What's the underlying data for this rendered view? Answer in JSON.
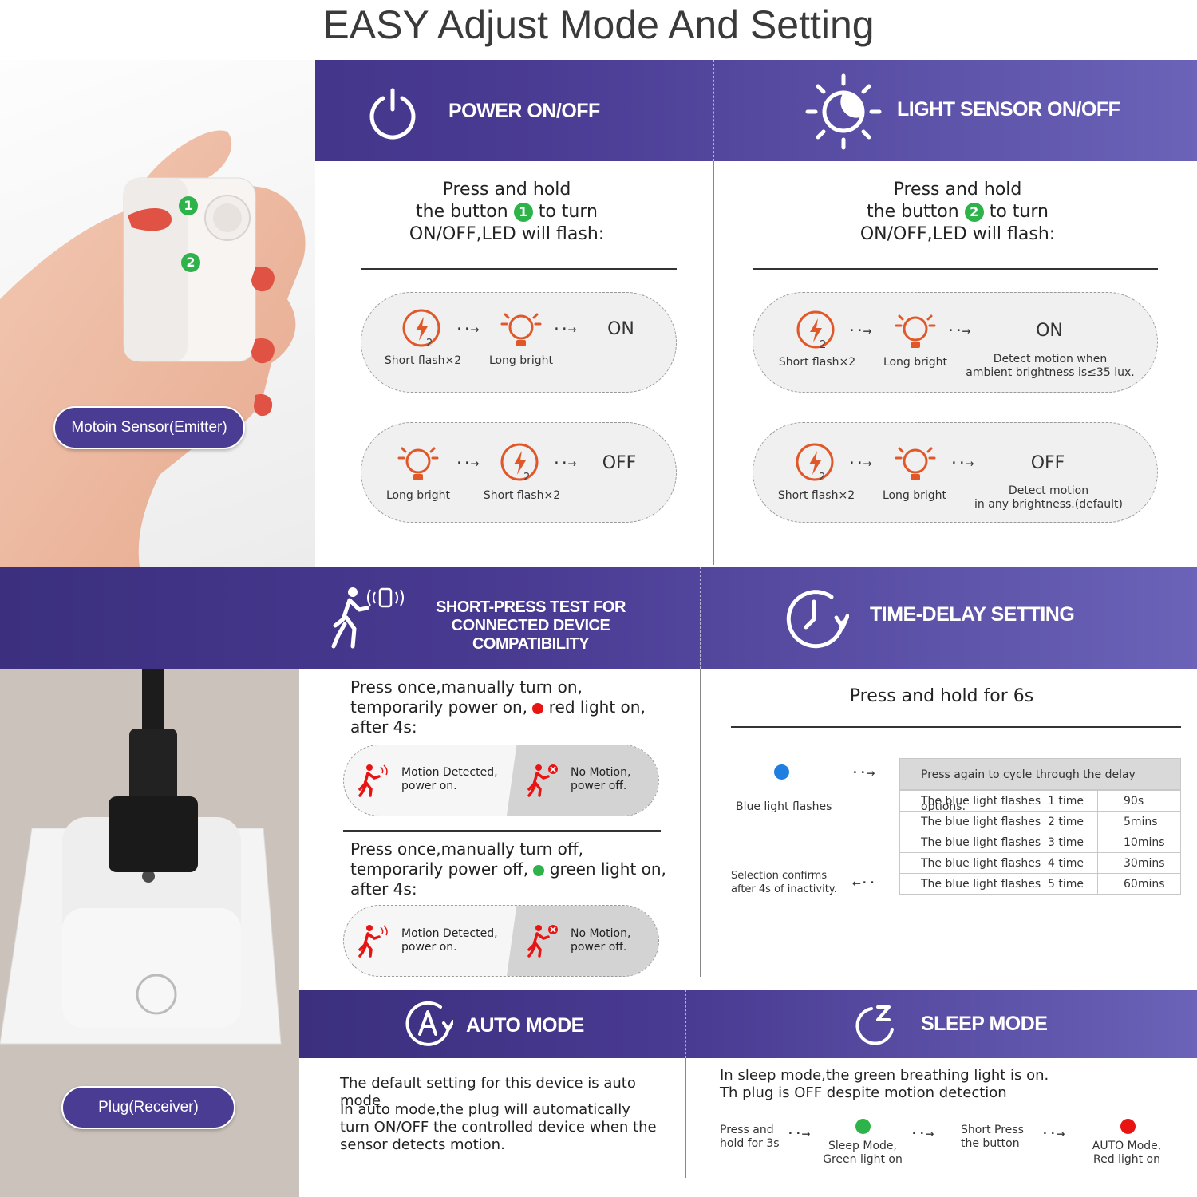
{
  "title": "EASY Adjust Mode And Setting",
  "power": {
    "header": "POWER ON/OFF",
    "instr_1": "Press and hold",
    "instr_2a": "the button",
    "instr_badge": "1",
    "instr_2b": "to turn",
    "instr_3": "ON/OFF,LED will flash:",
    "on_seq": {
      "step1": "Short flash×2",
      "step2": "Long bright",
      "state": "ON"
    },
    "off_seq": {
      "step1": "Long bright",
      "step2": "Short flash×2",
      "state": "OFF"
    }
  },
  "light": {
    "header": "LIGHT SENSOR ON/OFF",
    "instr_1": "Press and hold",
    "instr_2a": "the button",
    "instr_badge": "2",
    "instr_2b": "to turn",
    "instr_3": "ON/OFF,LED will flash:",
    "on_seq": {
      "step1": "Short flash×2",
      "step2": "Long bright",
      "state": "ON",
      "note_1": "Detect motion when",
      "note_2": "ambient brightness is≤35 lux."
    },
    "off_seq": {
      "step1": "Short flash×2",
      "step2": "Long bright",
      "state": "OFF",
      "note_1": "Detect motion",
      "note_2": "in any brightness.(default)"
    }
  },
  "sensor_label": "Motoin Sensor(Emitter)",
  "hand_badge_1": "1",
  "hand_badge_2": "2",
  "flash_count": "2",
  "test": {
    "header_1": "SHORT-PRESS TEST FOR",
    "header_2": "CONNECTED DEVICE COMPATIBILITY",
    "on_text_1": "Press once,manually turn on,",
    "on_text_2a": "temporarily power on,",
    "on_text_2b": "red light on,",
    "on_text_3": "after 4s:",
    "off_text_1": "Press once,manually turn off,",
    "off_text_2a": "temporarily power off,",
    "off_text_2b": "green light on,",
    "off_text_3": "after 4s:",
    "detected_1": "Motion Detected,",
    "detected_2": "power on.",
    "nomotion_1": "No Motion,",
    "nomotion_2": "power off."
  },
  "delay": {
    "header": "TIME-DELAY SETTING",
    "instr": "Press and hold for 6s",
    "blue_label": "Blue light flashes",
    "confirm_1": "Selection confirms",
    "confirm_2": "after 4s of inactivity.",
    "table_header": "Press again to cycle through the delay options.",
    "rows": [
      {
        "flash": "The blue light flashes  1 time",
        "value": "90s"
      },
      {
        "flash": "The blue light flashes  2 time",
        "value": "5mins"
      },
      {
        "flash": "The blue light flashes  3 time",
        "value": "10mins"
      },
      {
        "flash": "The blue light flashes  4 time",
        "value": "30mins"
      },
      {
        "flash": "The blue light flashes  5 time",
        "value": "60mins"
      }
    ]
  },
  "plug_label": "Plug(Receiver)",
  "auto": {
    "header": "AUTO MODE",
    "text_1": "The default setting for this device is auto mode",
    "text_2": "In auto mode,the plug will automatically turn ON/OFF the controlled device when the sensor detects motion."
  },
  "sleep": {
    "header": "SLEEP MODE",
    "text_1": "In sleep mode,the green breathing light is on.",
    "text_2": "Th plug is OFF despite motion detection",
    "step1_1": "Press and",
    "step1_2": "hold for 3s",
    "step2_1": "Sleep Mode,",
    "step2_2": "Green light on",
    "step3_1": "Short Press",
    "step3_2": "the button",
    "step4_1": "AUTO Mode,",
    "step4_2": "Red light on"
  },
  "colors": {
    "band": "#4a3b93",
    "accent_orange": "#e0582a",
    "green": "#2db34a",
    "red": "#e81414",
    "blue": "#1f7fe0"
  },
  "arrow": "··→",
  "arrow_back": "←··"
}
